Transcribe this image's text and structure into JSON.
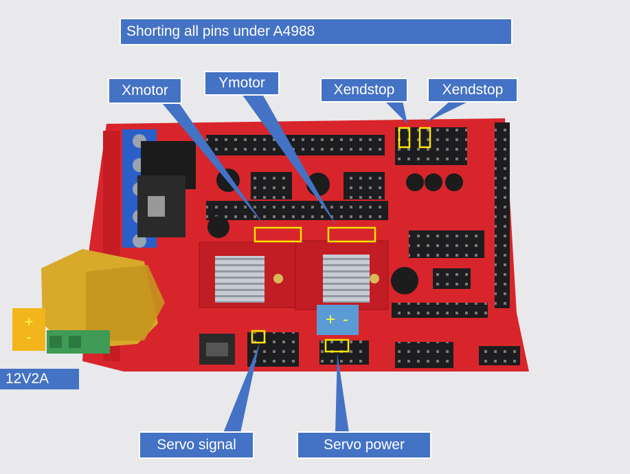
{
  "title": "Shorting all pins under A4988",
  "callouts": {
    "xmotor": "Xmotor",
    "ymotor": "Ymotor",
    "xendstop_left": "Xendstop",
    "xendstop_right": "Xendstop",
    "servo_signal": "Servo signal",
    "servo_power": "Servo power",
    "power_supply": "12V2A",
    "servo_polarity": "+ -",
    "supply_plus": "+",
    "supply_minus": "-"
  },
  "colors": {
    "background": "#e9e9eb",
    "board_red": "#d8252b",
    "callout_blue": "#4472c4",
    "highlight_yellow": "#ffe600",
    "heatsink": "#b9bec6"
  }
}
